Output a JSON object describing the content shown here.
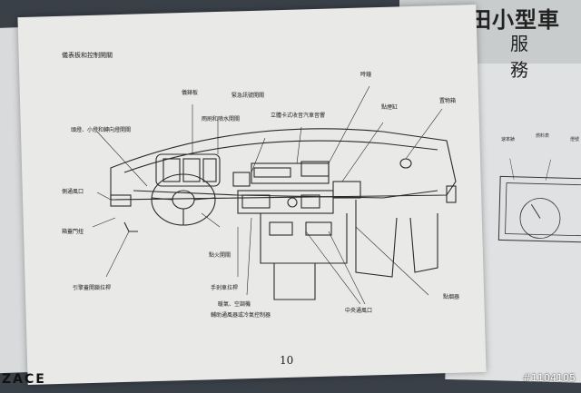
{
  "header": {
    "title": "豐田小型車",
    "subtitle": "服 務"
  },
  "manual_page": {
    "section_title": "儀表板和控制開關",
    "page_number": "10",
    "labels": {
      "instrument_panel": "儀錶板",
      "hazard_switch": "緊急訊號開關",
      "wiper_switch": "雨刷和噴水開關",
      "clock": "時鐘",
      "radio": "立體卡式收音汽車音響",
      "cigarette_lighter": "點煙缸",
      "glove_box": "置物箱",
      "headlight_switch": "頭燈、小燈和轉向燈開關",
      "side_vent": "側通風口",
      "fuse_door": "箱蓋門扭",
      "ignition_switch": "點火開關",
      "hood_release": "引擎蓋開鎖拉桿",
      "parking_brake": "手剎車拉桿",
      "heater_ac": "暖氣、空調機",
      "aux_vent": "輔助通風器或冷氣控制器",
      "center_vent": "中央通風口",
      "lighter": "點烟器"
    }
  },
  "right_page": {
    "labels": [
      "速率錶",
      "燃料表",
      "燈號"
    ]
  },
  "brand": "ZACE",
  "watermark": "#1104105"
}
